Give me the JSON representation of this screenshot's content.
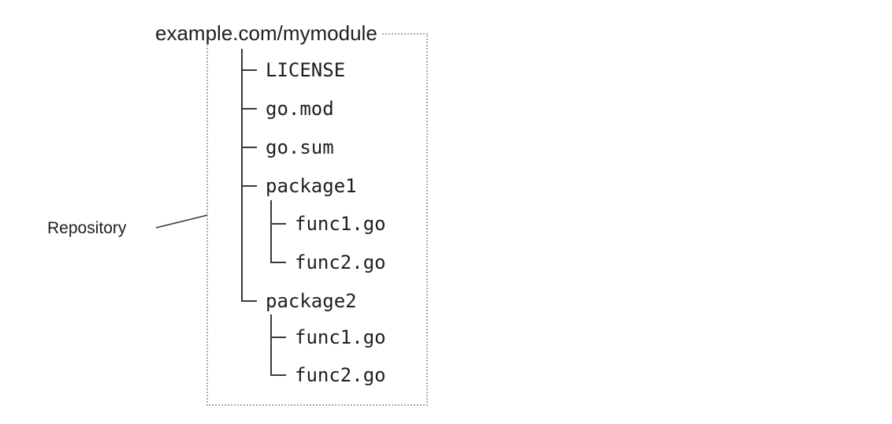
{
  "title": "example.com/mymodule",
  "annotation": {
    "label": "Repository"
  },
  "tree": {
    "items": [
      {
        "label": "LICENSE",
        "depth": 1,
        "parent": "example.com/mymodule"
      },
      {
        "label": "go.mod",
        "depth": 1,
        "parent": "example.com/mymodule"
      },
      {
        "label": "go.sum",
        "depth": 1,
        "parent": "example.com/mymodule"
      },
      {
        "label": "package1",
        "depth": 1,
        "parent": "example.com/mymodule"
      },
      {
        "label": "func1.go",
        "depth": 2,
        "parent": "package1"
      },
      {
        "label": "func2.go",
        "depth": 2,
        "parent": "package1"
      },
      {
        "label": "package2",
        "depth": 1,
        "parent": "example.com/mymodule"
      },
      {
        "label": "func1.go",
        "depth": 2,
        "parent": "package2"
      },
      {
        "label": "func2.go",
        "depth": 2,
        "parent": "package2"
      }
    ]
  },
  "colors": {
    "text": "#1f1f1f",
    "tree_line": "#3a3a3a",
    "boundary_border": "#a8a8a8",
    "background": "#ffffff"
  }
}
